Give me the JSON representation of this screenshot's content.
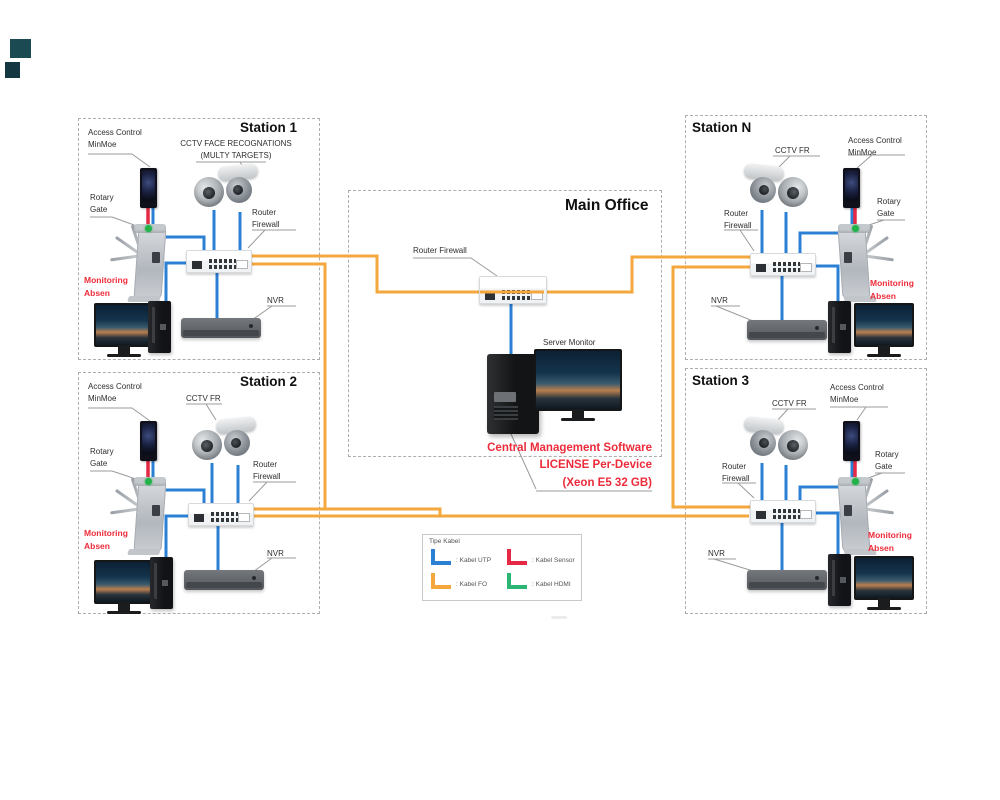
{
  "colors": {
    "kabel_utp": "#2b80d4",
    "kabel_sensor": "#e52945",
    "kabel_fo": "#f3a73c",
    "kabel_hdmi": "#2bb673",
    "red_text": "#ed2b3a",
    "green_indicator": "#22b24a"
  },
  "main_office": {
    "title": "Main Office",
    "router_label": "Router Firewall",
    "server_label": "Server Monitor",
    "cms_line1": "Central Management Software",
    "cms_line2": "LICENSE Per-Device",
    "cms_line3": "(Xeon E5 32 GB)"
  },
  "stations": {
    "s1": {
      "title": "Station 1",
      "access1": "Access Control",
      "access2": "MinMoe",
      "cctv1": "CCTV FACE RECOGNATIONS",
      "cctv2": "(MULTY TARGETS)",
      "rotary1": "Rotary",
      "rotary2": "Gate",
      "router1": "Router",
      "router2": "Firewall",
      "monitoring1": "Monitoring",
      "monitoring2": "Absen",
      "nvr": "NVR"
    },
    "s2": {
      "title": "Station 2",
      "access1": "Access Control",
      "access2": "MinMoe",
      "cctv": "CCTV FR",
      "rotary1": "Rotary",
      "rotary2": "Gate",
      "router1": "Router",
      "router2": "Firewall",
      "monitoring1": "Monitoring",
      "monitoring2": "Absen",
      "nvr": "NVR"
    },
    "sn": {
      "title": "Station N",
      "access1": "Access Control",
      "access2": "MinMoe",
      "cctv": "CCTV FR",
      "rotary1": "Rotary",
      "rotary2": "Gate",
      "router1": "Router",
      "router2": "Firewall",
      "monitoring1": "Monitoring",
      "monitoring2": "Absen",
      "nvr": "NVR"
    },
    "s3": {
      "title": "Station 3",
      "access1": "Access Control",
      "access2": "MinMoe",
      "cctv": "CCTV FR",
      "rotary1": "Rotary",
      "rotary2": "Gate",
      "router1": "Router",
      "router2": "Firewall",
      "monitoring1": "Monitoring",
      "monitoring2": "Absen",
      "nvr": "NVR"
    }
  },
  "legend": {
    "title": "Tipe Kabel",
    "items": [
      {
        "label": ": Kabel UTP",
        "color": "#2b80d4"
      },
      {
        "label": ": Kabel Sensor",
        "color": "#e52945"
      },
      {
        "label": ": Kabel FO",
        "color": "#f3a73c"
      },
      {
        "label": ": Kabel HDMI",
        "color": "#2bb673"
      }
    ]
  }
}
